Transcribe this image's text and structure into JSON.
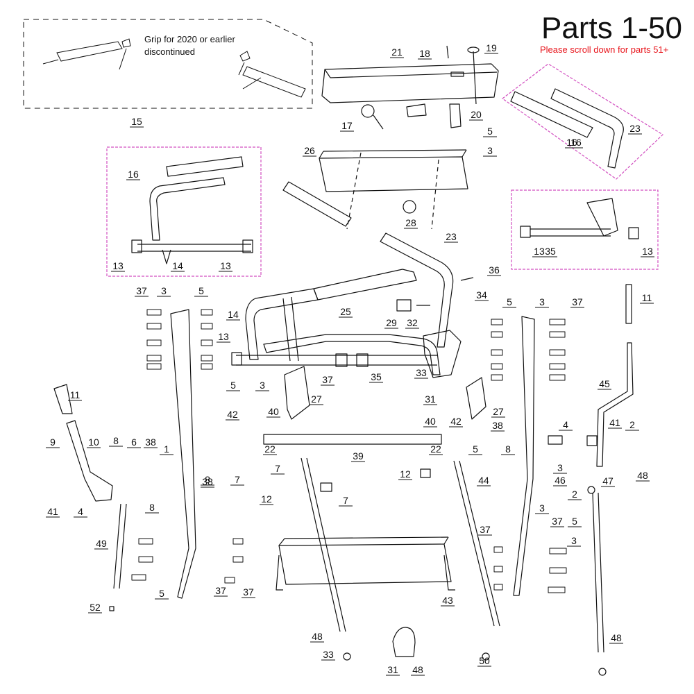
{
  "header": {
    "title": "Parts 1-50",
    "subtitle": "Please scroll down for parts 51+"
  },
  "note": {
    "line1": "Grip for 2020 or earlier",
    "line2": "discontinued"
  },
  "colors": {
    "ink": "#111111",
    "accent": "#e8141b",
    "callout_box": "#d24fc0"
  },
  "callouts": [
    "21",
    "18",
    "19",
    "17",
    "20",
    "5",
    "3",
    "23",
    "16",
    "15",
    "16",
    "26",
    "28",
    "23",
    "16",
    "13",
    "14",
    "13",
    "35",
    "13",
    "13",
    "36",
    "34",
    "37",
    "3",
    "5",
    "14",
    "25",
    "29",
    "32",
    "37",
    "3",
    "5",
    "11",
    "13",
    "5",
    "3",
    "37",
    "35",
    "33",
    "27",
    "31",
    "27",
    "11",
    "45",
    "42",
    "40",
    "22",
    "39",
    "40",
    "42",
    "22",
    "38",
    "4",
    "8",
    "41",
    "2",
    "9",
    "10",
    "8",
    "6",
    "38",
    "1",
    "12",
    "8",
    "7",
    "5",
    "3",
    "46",
    "47",
    "48",
    "2",
    "41",
    "4",
    "8",
    "38",
    "7",
    "12",
    "7",
    "44",
    "49",
    "3",
    "37",
    "5",
    "37",
    "3",
    "5",
    "37",
    "37",
    "43",
    "52",
    "48",
    "33",
    "31",
    "48",
    "50",
    "48"
  ]
}
